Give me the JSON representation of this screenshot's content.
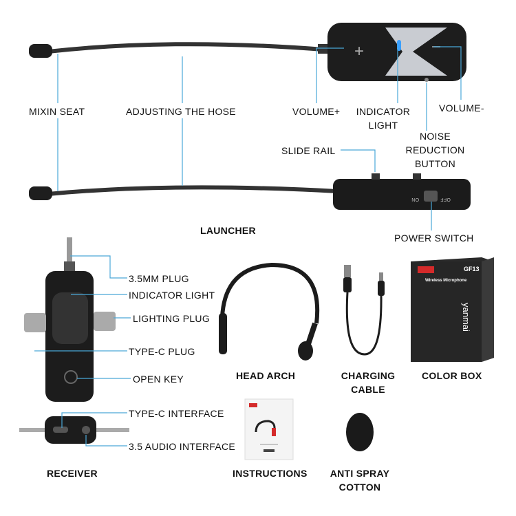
{
  "launcher_section": {
    "title": "LAUNCHER",
    "labels": {
      "mixin_seat": "MIXIN SEAT",
      "adjusting_hose": "ADJUSTING THE HOSE",
      "volume_plus": "VOLUME+",
      "indicator_light": [
        "INDICATOR",
        "LIGHT"
      ],
      "volume_minus": "VOLUME-",
      "noise_reduction": [
        "NOISE",
        "REDUCTION",
        "BUTTON"
      ],
      "slide_rail": "SLIDE RAIL",
      "power_switch": "POWER SWITCH",
      "switch_on": "ON",
      "switch_off": "OFF"
    }
  },
  "receiver_section": {
    "title": "RECEIVER",
    "labels": {
      "plug_35mm": "3.5MM PLUG",
      "indicator_light": "INDICATOR LIGHT",
      "lighting_plug": "LIGHTING PLUG",
      "typec_plug": "TYPE-C PLUG",
      "open_key": "OPEN KEY",
      "typec_interface": "TYPE-C INTERFACE",
      "audio_interface": "3.5 AUDIO INTERFACE"
    }
  },
  "accessories": {
    "head_arch": "HEAD ARCH",
    "charging_cable": [
      "CHARGING",
      "CABLE"
    ],
    "color_box": "COLOR BOX",
    "instructions": "INSTRUCTIONS",
    "anti_spray": [
      "ANTI SPRAY",
      "COTTON"
    ]
  },
  "color_box_print": {
    "brand": "yanmai",
    "model": "GF13",
    "product": "Wireless Microphone"
  },
  "colors": {
    "leader_line": "#4aa8d8",
    "device": "#1c1c1c",
    "accent_blue": "#3aa0ff"
  }
}
